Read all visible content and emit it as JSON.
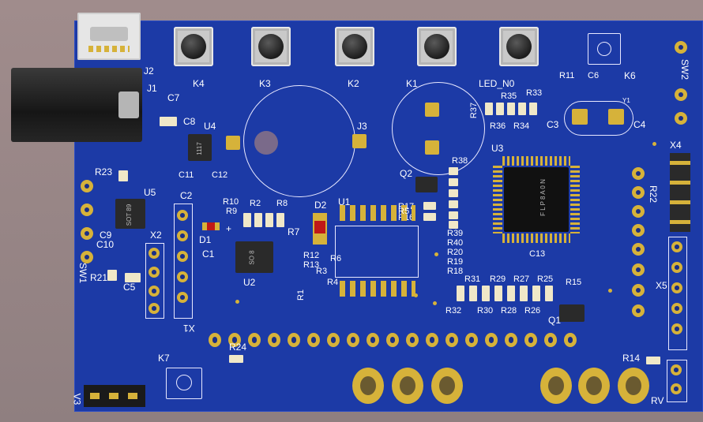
{
  "board": {
    "pcb_color": "#1c3aa6",
    "silk_color": "#ffffff",
    "pad_color": "#d6b23a"
  },
  "labels": {
    "J2": "J2",
    "J1": "J1",
    "J3": "J3",
    "K4": "K4",
    "K3": "K3",
    "K2": "K2",
    "K1": "K1",
    "LED_NO": "LED_N0",
    "K6": "K6",
    "K7": "K7",
    "R11": "R11",
    "C6": "C6",
    "SW2": "SW2",
    "C7": "C7",
    "C8": "C8",
    "U4": "U4",
    "C11": "C11",
    "C12": "C12",
    "R23": "R23",
    "U5": "U5",
    "C2": "C2",
    "R10": "R10",
    "R9": "R9",
    "R2": "R2",
    "R8": "R8",
    "D2": "D2",
    "U1": "U1",
    "D1": "D1",
    "C9": "C9",
    "C10": "C10",
    "X2": "X2",
    "C1": "C1",
    "R7": "R7",
    "U2": "U2",
    "R21": "R21",
    "C5": "C5",
    "SW1": "SW1",
    "R24": "R24",
    "X1": "X1",
    "Q2": "Q2",
    "R38": "R38",
    "R17": "R17",
    "R16": "R16",
    "R37": "R37",
    "R35": "R35",
    "R36": "R36",
    "R34": "R34",
    "R33": "R33",
    "C3": "C3",
    "C4": "C4",
    "Y1": "Y1",
    "U3": "U3",
    "X4": "X4",
    "R22": "R22",
    "R39": "R39",
    "R40": "R40",
    "R20": "R20",
    "R19": "R19",
    "R18": "R18",
    "C13": "C13",
    "R31": "R31",
    "R29": "R29",
    "R27": "R27",
    "R25": "R25",
    "R32": "R32",
    "R30": "R30",
    "R28": "R28",
    "R26": "R26",
    "R15": "R15",
    "Q1": "Q1",
    "X5": "X5",
    "R14": "R14",
    "RV": "RV",
    "V3": "V3",
    "R12": "R12",
    "R13": "R13",
    "R4": "R4",
    "R1": "R1",
    "R3": "R3",
    "R5": "R5",
    "R6": "R6",
    "plus": "+"
  },
  "chips": {
    "u4_mark": "1117",
    "u5_mark": "SOT 89",
    "u2_mark": "SO 8",
    "u3_mark": "F L P 8 A 0 N"
  }
}
